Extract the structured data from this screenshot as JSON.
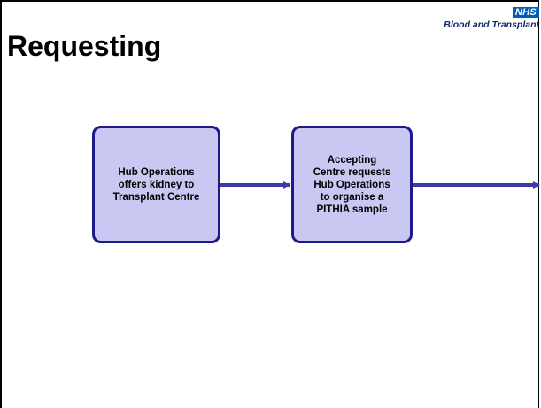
{
  "slide": {
    "title": "Requesting"
  },
  "logo": {
    "badge": "NHS",
    "text": "Blood and Transplant"
  },
  "flow": {
    "steps": [
      {
        "text": "Hub Operations\noffers kidney to\nTransplant Centre"
      },
      {
        "text": "Accepting\nCentre requests\nHub Operations\nto organise a\nPITHIA sample"
      }
    ]
  },
  "colors": {
    "box_fill": "#c8c8f2",
    "box_border": "#1e1a8c",
    "arrow": "#3b3aa6",
    "nhs_blue": "#005eb8"
  }
}
